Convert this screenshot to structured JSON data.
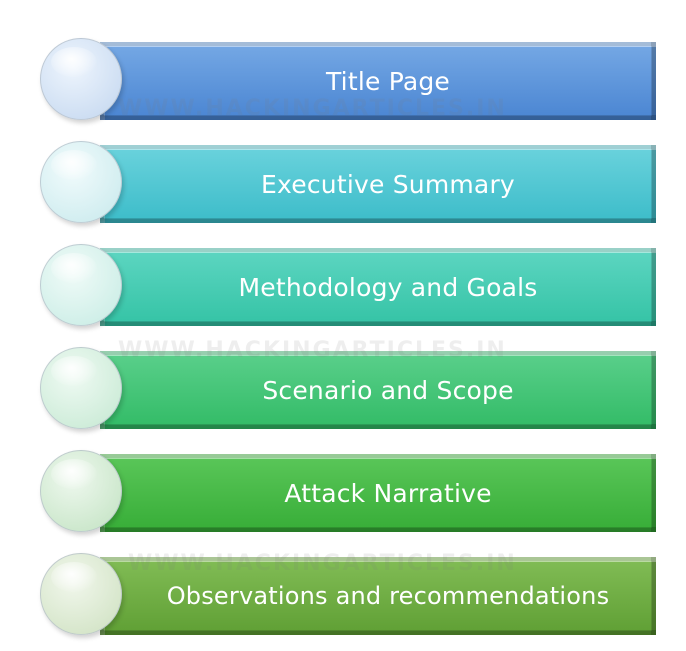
{
  "items": [
    {
      "label": "Title Page",
      "bar_top": "#76a9e5",
      "bar_bottom": "#4a85d2",
      "orb_light": "#eef5fd",
      "orb_dark": "#c2d6ef"
    },
    {
      "label": "Executive Summary",
      "bar_top": "#6bd3dd",
      "bar_bottom": "#3cbcc9",
      "orb_light": "#f1fbfc",
      "orb_dark": "#c7e9ec"
    },
    {
      "label": "Methodology and Goals",
      "bar_top": "#5ed6c2",
      "bar_bottom": "#34c3a5",
      "orb_light": "#f0fbf8",
      "orb_dark": "#c5ebe3"
    },
    {
      "label": "Scenario and Scope",
      "bar_top": "#5bd08c",
      "bar_bottom": "#32bb66",
      "orb_light": "#effaf3",
      "orb_dark": "#c4e8d1"
    },
    {
      "label": "Attack Narrative",
      "bar_top": "#5bc75a",
      "bar_bottom": "#37ad37",
      "orb_light": "#eef8ee",
      "orb_dark": "#c1e2c1"
    },
    {
      "label": "Observations and recommendations",
      "bar_top": "#82bd56",
      "bar_bottom": "#5f9f34",
      "orb_light": "#f1f7ec",
      "orb_dark": "#cde0bf"
    }
  ],
  "watermark": "WWW.HACKINGARTICLES.IN"
}
